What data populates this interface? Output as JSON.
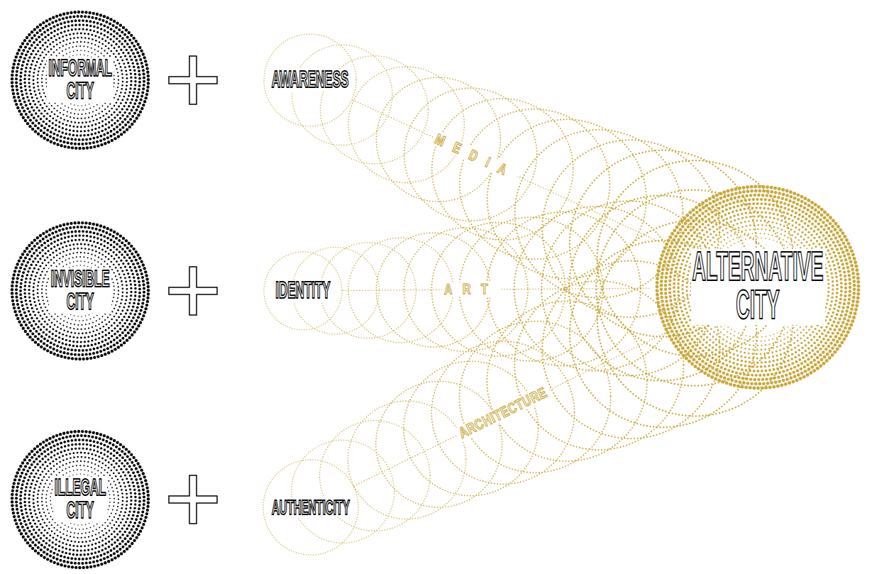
{
  "diagram": {
    "nodes": [
      {
        "text": [
          "INFORMAL CITY"
        ]
      },
      {
        "text": [
          "AWARENESS"
        ]
      },
      {
        "text": [
          "INVISIBLE CITY"
        ]
      },
      {
        "text": [
          "IDENTITY"
        ]
      },
      {
        "text": [
          "ILLEGAL CITY"
        ]
      },
      {
        "text": [
          "AUTHENTICITY"
        ]
      },
      {
        "text": [
          "ALTERNATIVE CITY"
        ]
      }
    ],
    "edges": [
      {
        "from": 1,
        "to": 6,
        "arrow": "none",
        "label": "MEDIA"
      },
      {
        "from": 3,
        "to": 6,
        "arrow": "none",
        "label": "ART"
      },
      {
        "from": 5,
        "to": 6,
        "arrow": "none",
        "label": "ARCHITECTURE"
      }
    ]
  }
}
